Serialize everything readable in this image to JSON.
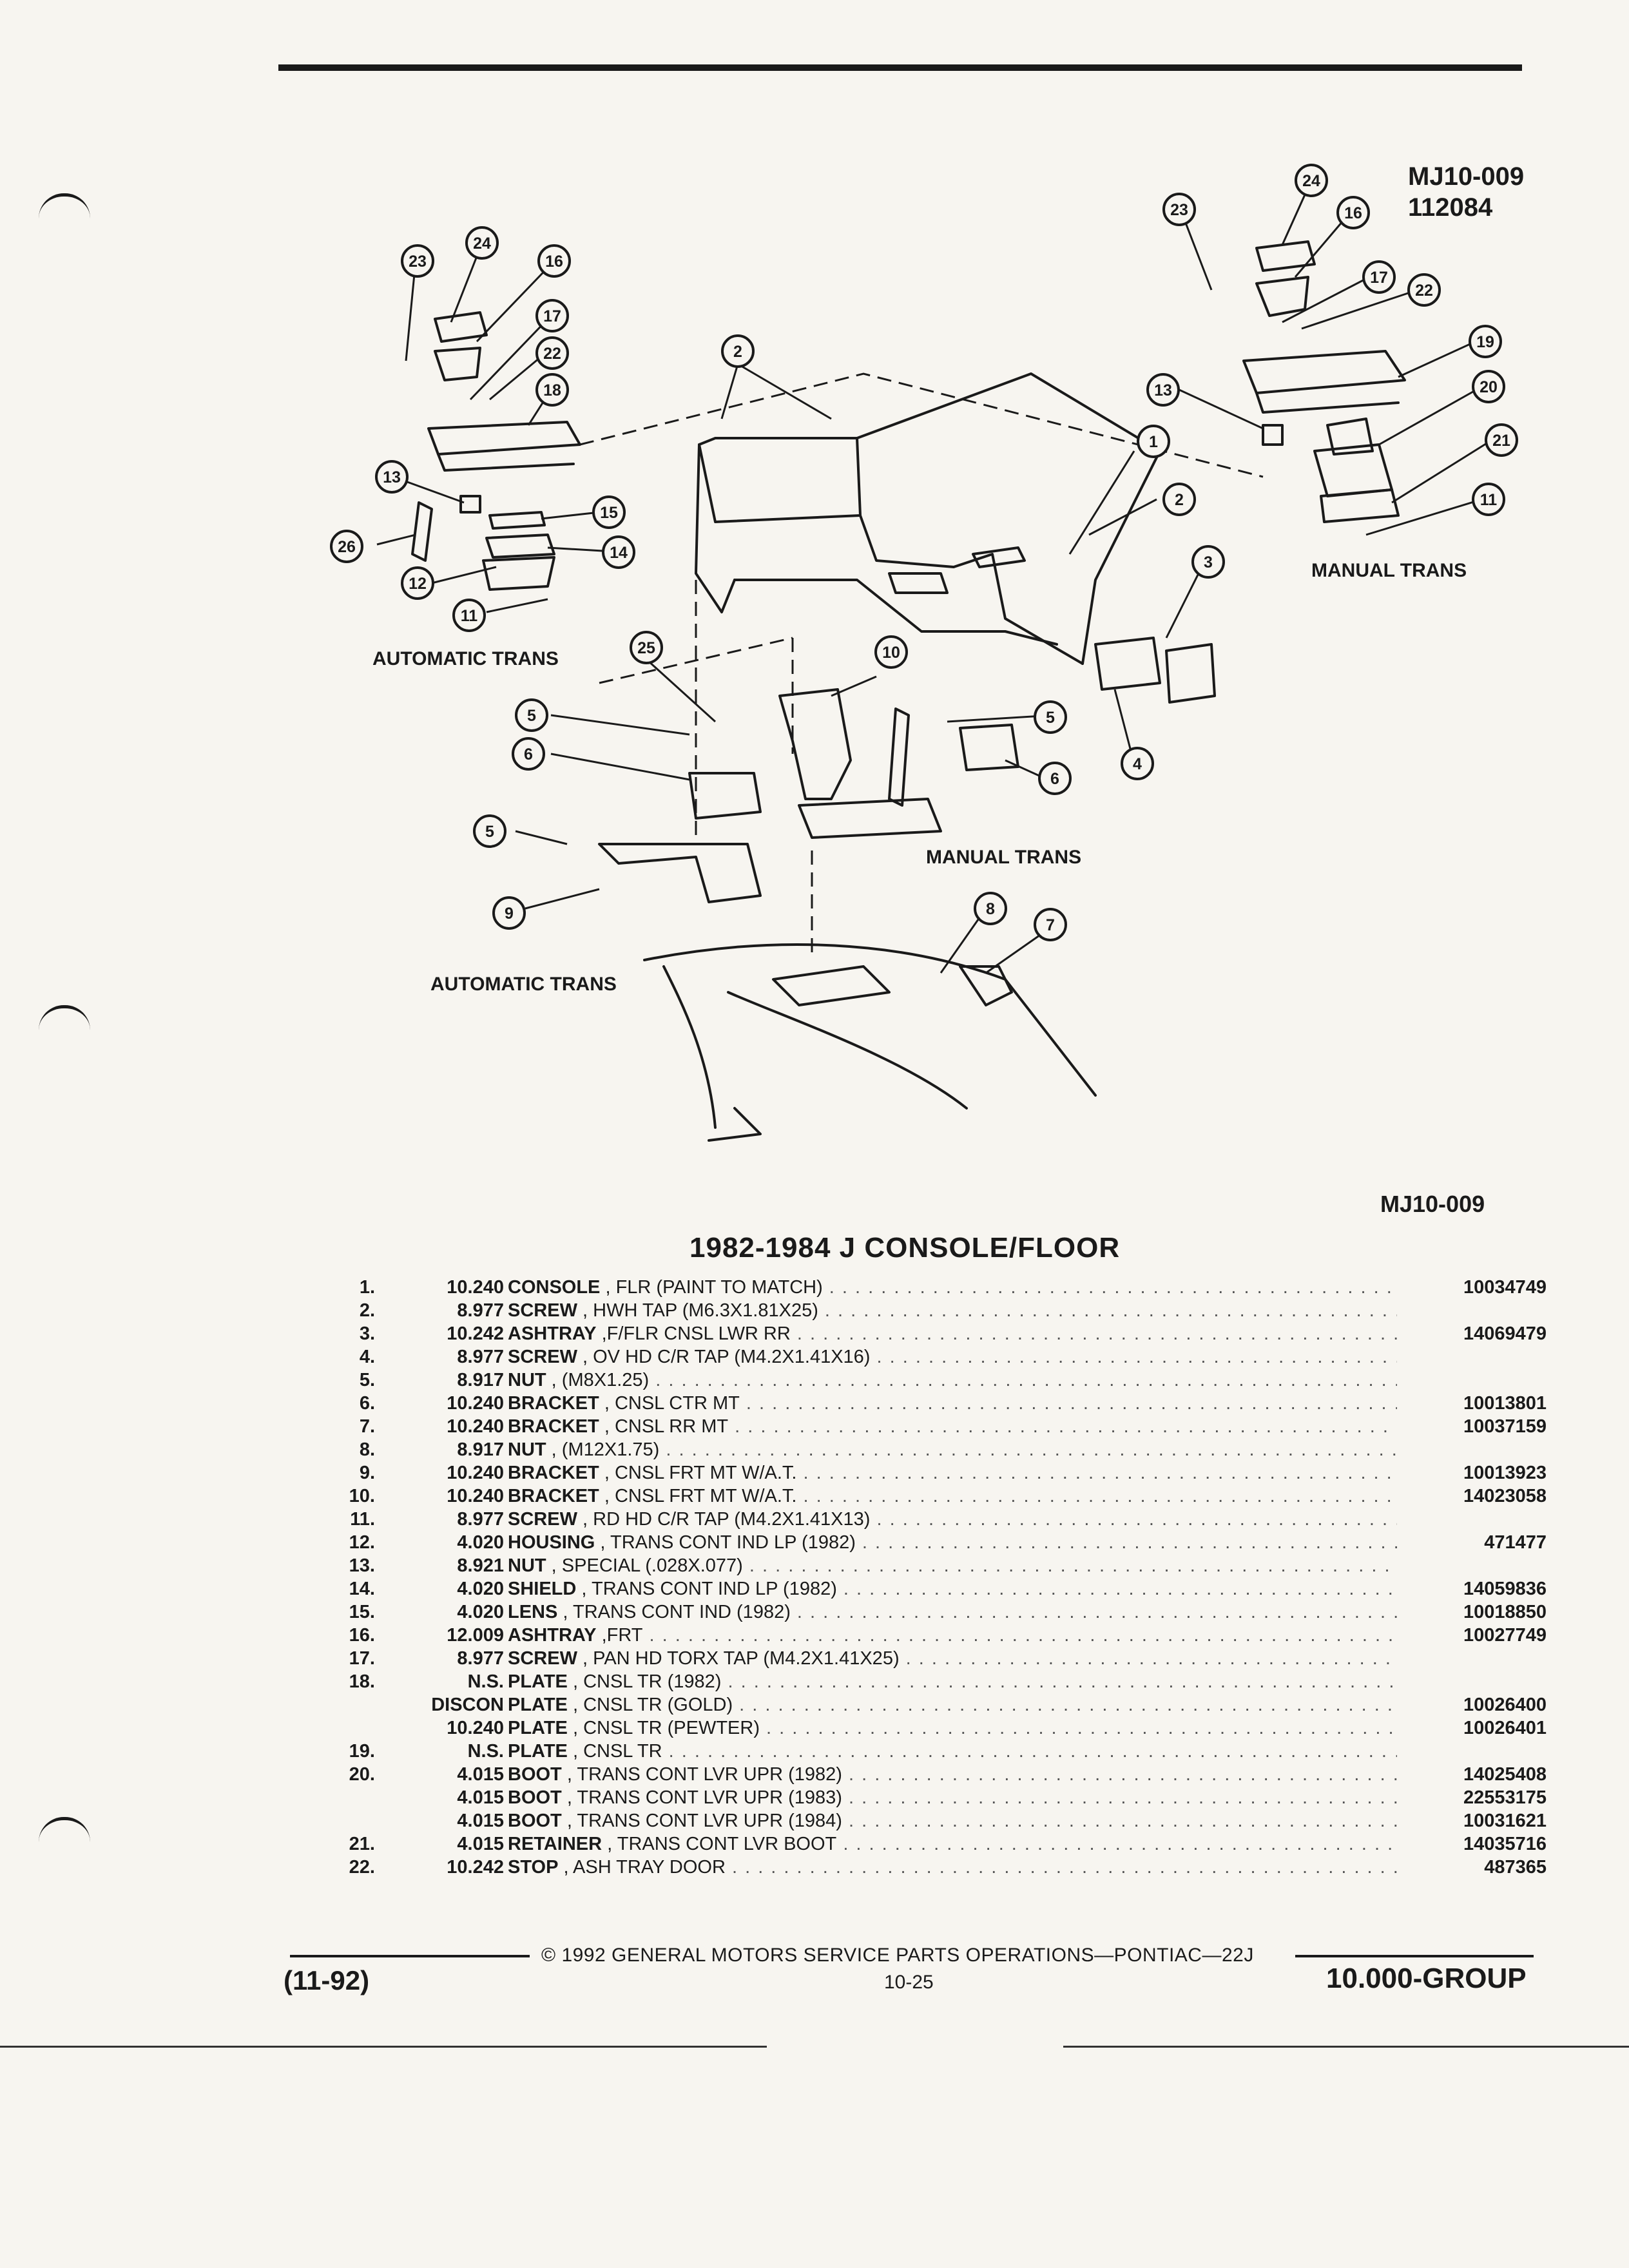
{
  "figure": {
    "code": "MJ10-009",
    "date_code": "112084",
    "labels": {
      "automatic_trans": "AUTOMATIC TRANS",
      "manual_trans": "MANUAL TRANS"
    }
  },
  "title": "1982-1984 J CONSOLE/FLOOR",
  "parts": [
    {
      "num": "1.",
      "group": "10.240",
      "name": "CONSOLE",
      "desc": ", FLR (PAINT TO MATCH)",
      "part_no": "10034749"
    },
    {
      "num": "2.",
      "group": "8.977",
      "name": "SCREW",
      "desc": ", HWH TAP (M6.3X1.81X25)",
      "part_no": ""
    },
    {
      "num": "3.",
      "group": "10.242",
      "name": "ASHTRAY",
      "desc": ",F/FLR CNSL LWR RR",
      "part_no": "14069479"
    },
    {
      "num": "4.",
      "group": "8.977",
      "name": "SCREW",
      "desc": ", OV HD C/R TAP (M4.2X1.41X16)",
      "part_no": ""
    },
    {
      "num": "5.",
      "group": "8.917",
      "name": "NUT",
      "desc": ", (M8X1.25)",
      "part_no": ""
    },
    {
      "num": "6.",
      "group": "10.240",
      "name": "BRACKET",
      "desc": ", CNSL CTR MT",
      "part_no": "10013801"
    },
    {
      "num": "7.",
      "group": "10.240",
      "name": "BRACKET",
      "desc": ", CNSL RR MT",
      "part_no": "10037159"
    },
    {
      "num": "8.",
      "group": "8.917",
      "name": "NUT",
      "desc": ", (M12X1.75)",
      "part_no": ""
    },
    {
      "num": "9.",
      "group": "10.240",
      "name": "BRACKET",
      "desc": ", CNSL FRT MT W/A.T.",
      "part_no": "10013923"
    },
    {
      "num": "10.",
      "group": "10.240",
      "name": "BRACKET",
      "desc": ", CNSL FRT MT W/A.T.",
      "part_no": "14023058"
    },
    {
      "num": "11.",
      "group": "8.977",
      "name": "SCREW",
      "desc": ", RD HD C/R TAP (M4.2X1.41X13)",
      "part_no": ""
    },
    {
      "num": "12.",
      "group": "4.020",
      "name": "HOUSING",
      "desc": ", TRANS CONT IND LP (1982)",
      "part_no": "471477"
    },
    {
      "num": "13.",
      "group": "8.921",
      "name": "NUT",
      "desc": ", SPECIAL (.028X.077)",
      "part_no": ""
    },
    {
      "num": "14.",
      "group": "4.020",
      "name": "SHIELD",
      "desc": ", TRANS CONT IND LP (1982)",
      "part_no": "14059836"
    },
    {
      "num": "15.",
      "group": "4.020",
      "name": "LENS",
      "desc": ", TRANS CONT IND (1982)",
      "part_no": "10018850"
    },
    {
      "num": "16.",
      "group": "12.009",
      "name": "ASHTRAY",
      "desc": ",FRT",
      "part_no": "10027749"
    },
    {
      "num": "17.",
      "group": "8.977",
      "name": "SCREW",
      "desc": ", PAN HD TORX TAP (M4.2X1.41X25)",
      "part_no": ""
    },
    {
      "num": "18.",
      "group": "N.S.",
      "name": "PLATE",
      "desc": ", CNSL TR (1982)",
      "part_no": ""
    },
    {
      "num": "",
      "group": "DISCON",
      "name": "PLATE",
      "desc": ", CNSL TR (GOLD)",
      "part_no": "10026400"
    },
    {
      "num": "",
      "group": "10.240",
      "name": "PLATE",
      "desc": ", CNSL TR (PEWTER)",
      "part_no": "10026401"
    },
    {
      "num": "19.",
      "group": "N.S.",
      "name": "PLATE",
      "desc": ", CNSL TR",
      "part_no": ""
    },
    {
      "num": "20.",
      "group": "4.015",
      "name": "BOOT",
      "desc": ", TRANS CONT LVR UPR (1982)",
      "part_no": "14025408"
    },
    {
      "num": "",
      "group": "4.015",
      "name": "BOOT",
      "desc": ", TRANS CONT LVR UPR (1983)",
      "part_no": "22553175"
    },
    {
      "num": "",
      "group": "4.015",
      "name": "BOOT",
      "desc": ", TRANS CONT LVR UPR (1984)",
      "part_no": "10031621"
    },
    {
      "num": "21.",
      "group": "4.015",
      "name": "RETAINER",
      "desc": ", TRANS CONT LVR BOOT",
      "part_no": "14035716"
    },
    {
      "num": "22.",
      "group": "10.242",
      "name": "STOP",
      "desc": ", ASH TRAY DOOR",
      "part_no": "487365"
    }
  ],
  "footer": {
    "copyright": "© 1992 GENERAL MOTORS SERVICE PARTS OPERATIONS—PONTIAC—22J",
    "date": "(11-92)",
    "page": "10-25",
    "group": "10.000-GROUP"
  }
}
